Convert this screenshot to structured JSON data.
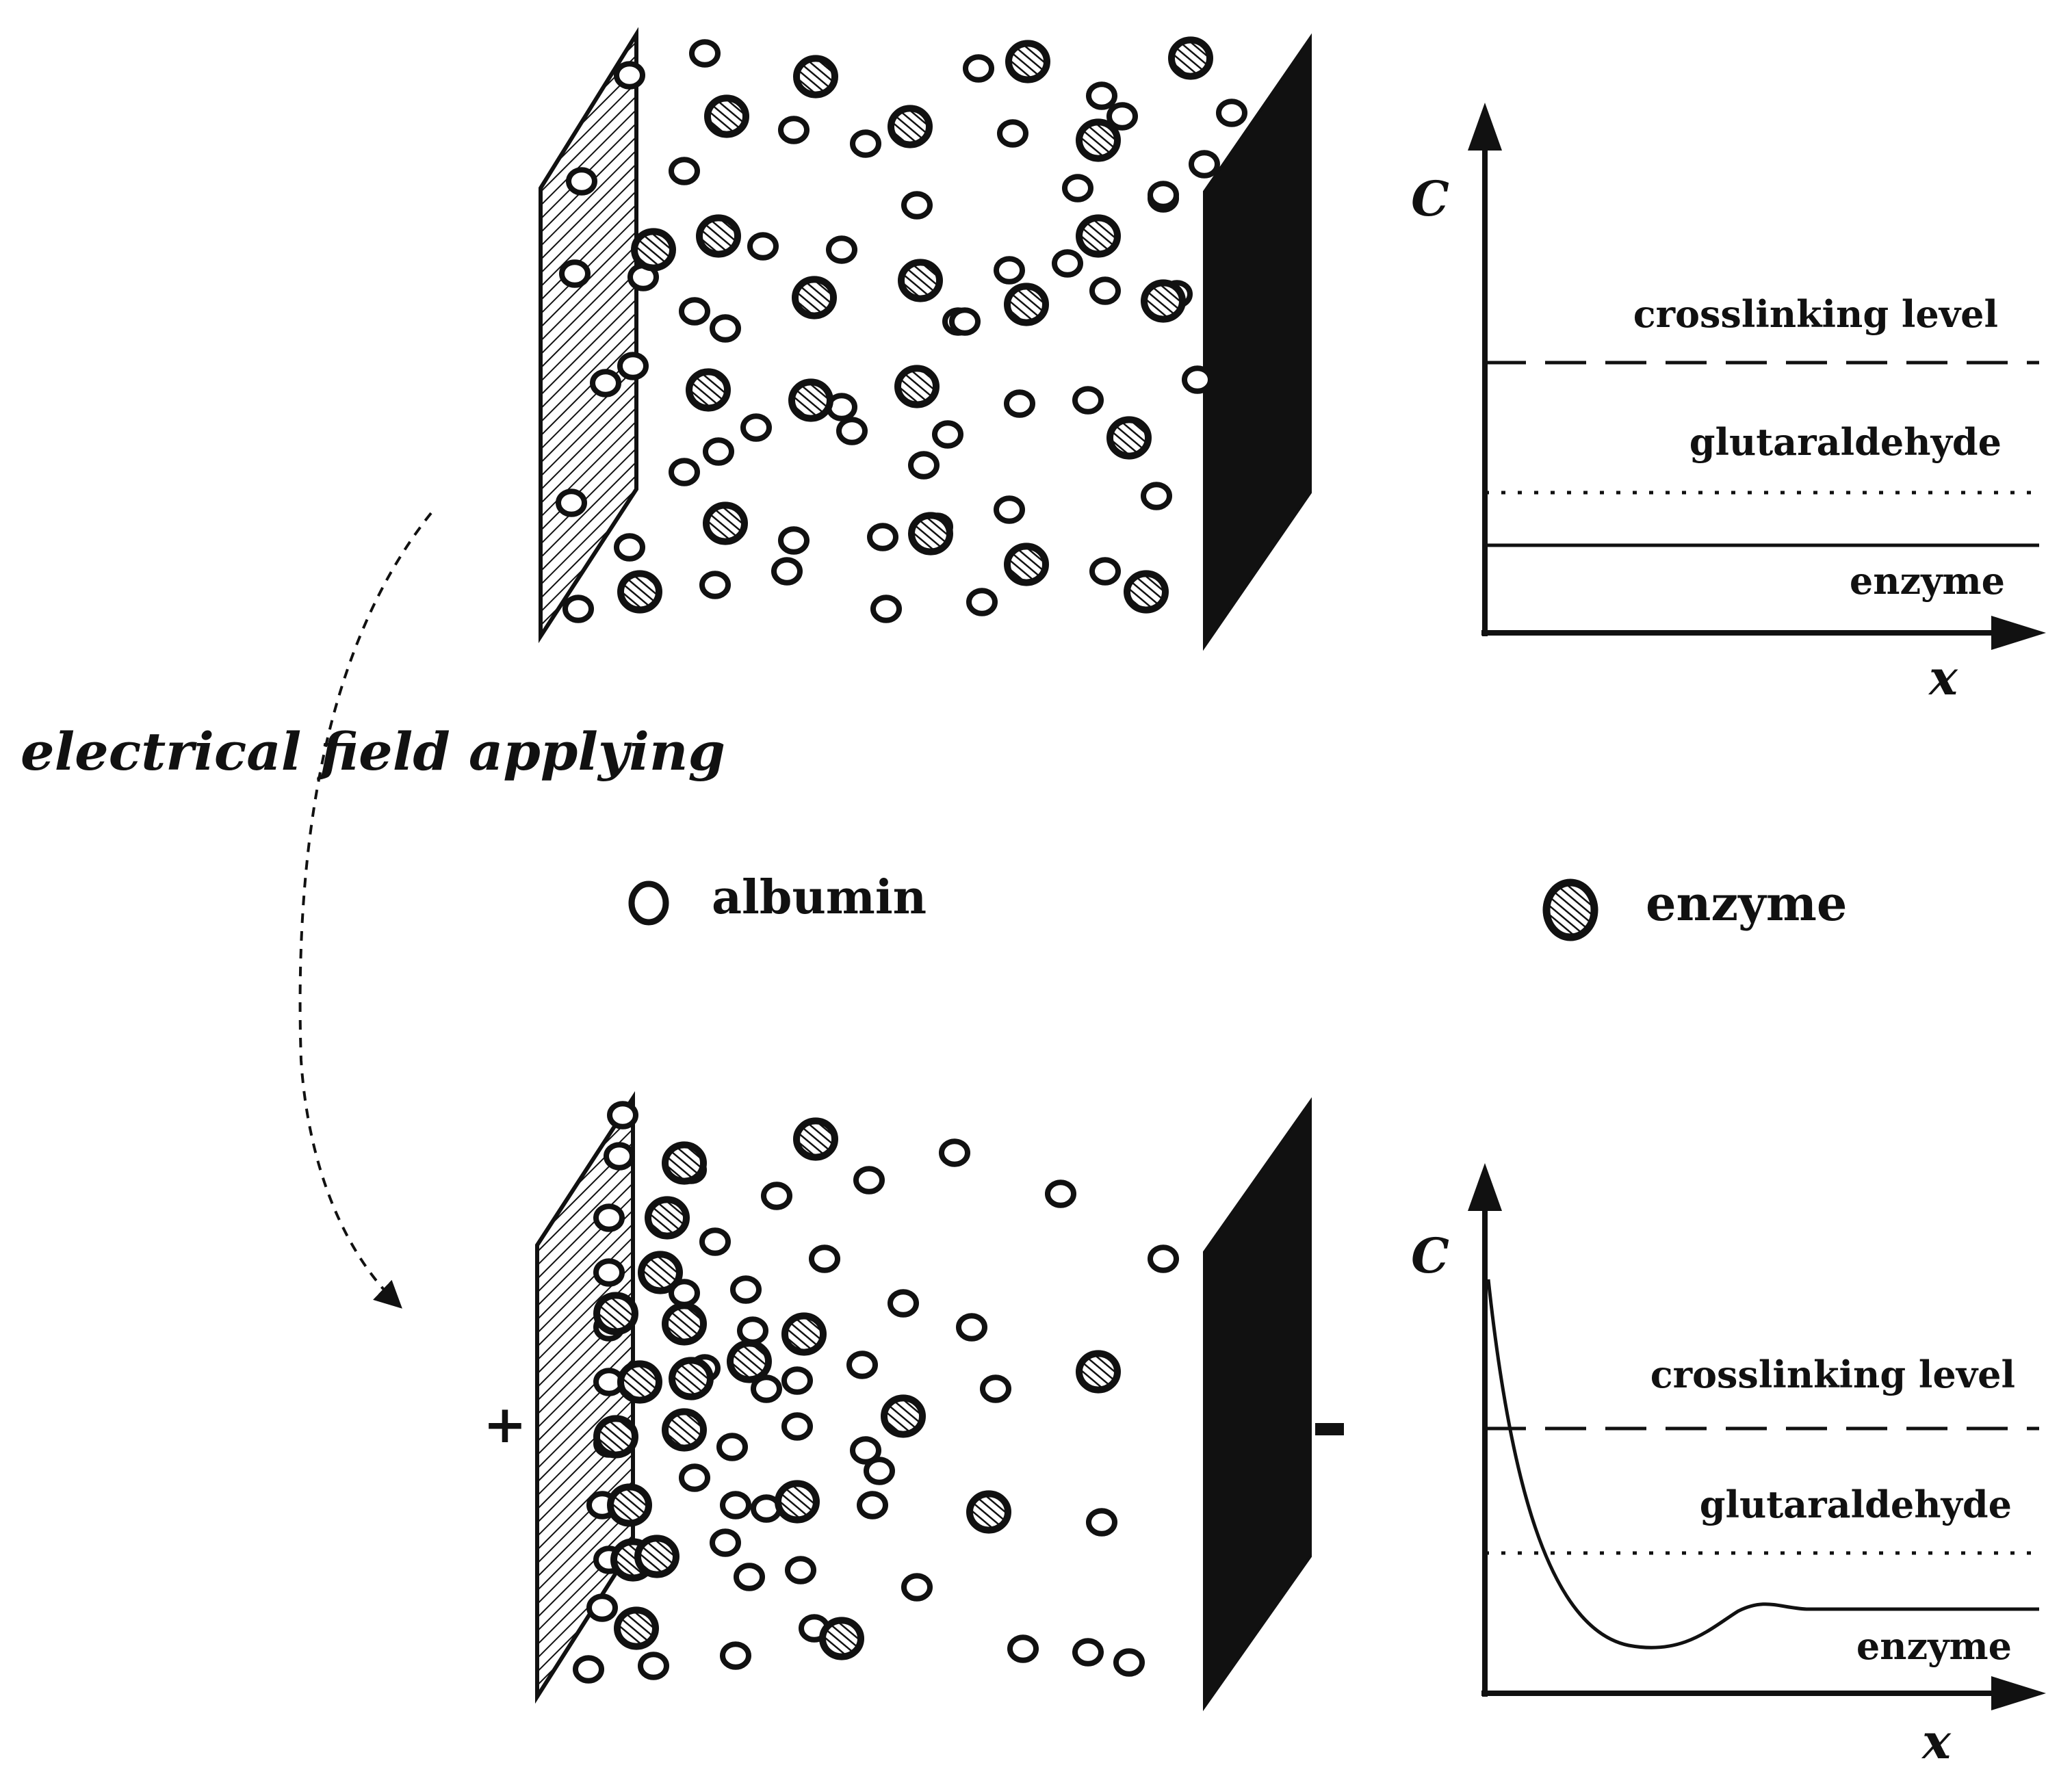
{
  "caption": "electrical field applying",
  "legend": {
    "albumin": "albumin",
    "enzyme": "enzyme"
  },
  "polarity": {
    "positive": "+",
    "negative": "-"
  },
  "colors": {
    "ink": "#111111",
    "background": "#ffffff"
  },
  "graph_top": {
    "y_axis": "C",
    "x_axis": "x",
    "lines": [
      {
        "label": "crosslinking level",
        "style": "dashed"
      },
      {
        "label": "glutaraldehyde",
        "style": "dotted"
      },
      {
        "label": "enzyme",
        "style": "solid"
      }
    ]
  },
  "graph_bottom": {
    "y_axis": "C",
    "x_axis": "x",
    "lines": [
      {
        "label": "crosslinking level",
        "style": "dashed"
      },
      {
        "label": "glutaraldehyde",
        "style": "dotted"
      },
      {
        "label": "enzyme",
        "style": "solid-curve"
      }
    ]
  },
  "top_panel": {
    "state": "uniform distribution"
  },
  "bottom_panel": {
    "state": "accumulated at positive electrode"
  }
}
